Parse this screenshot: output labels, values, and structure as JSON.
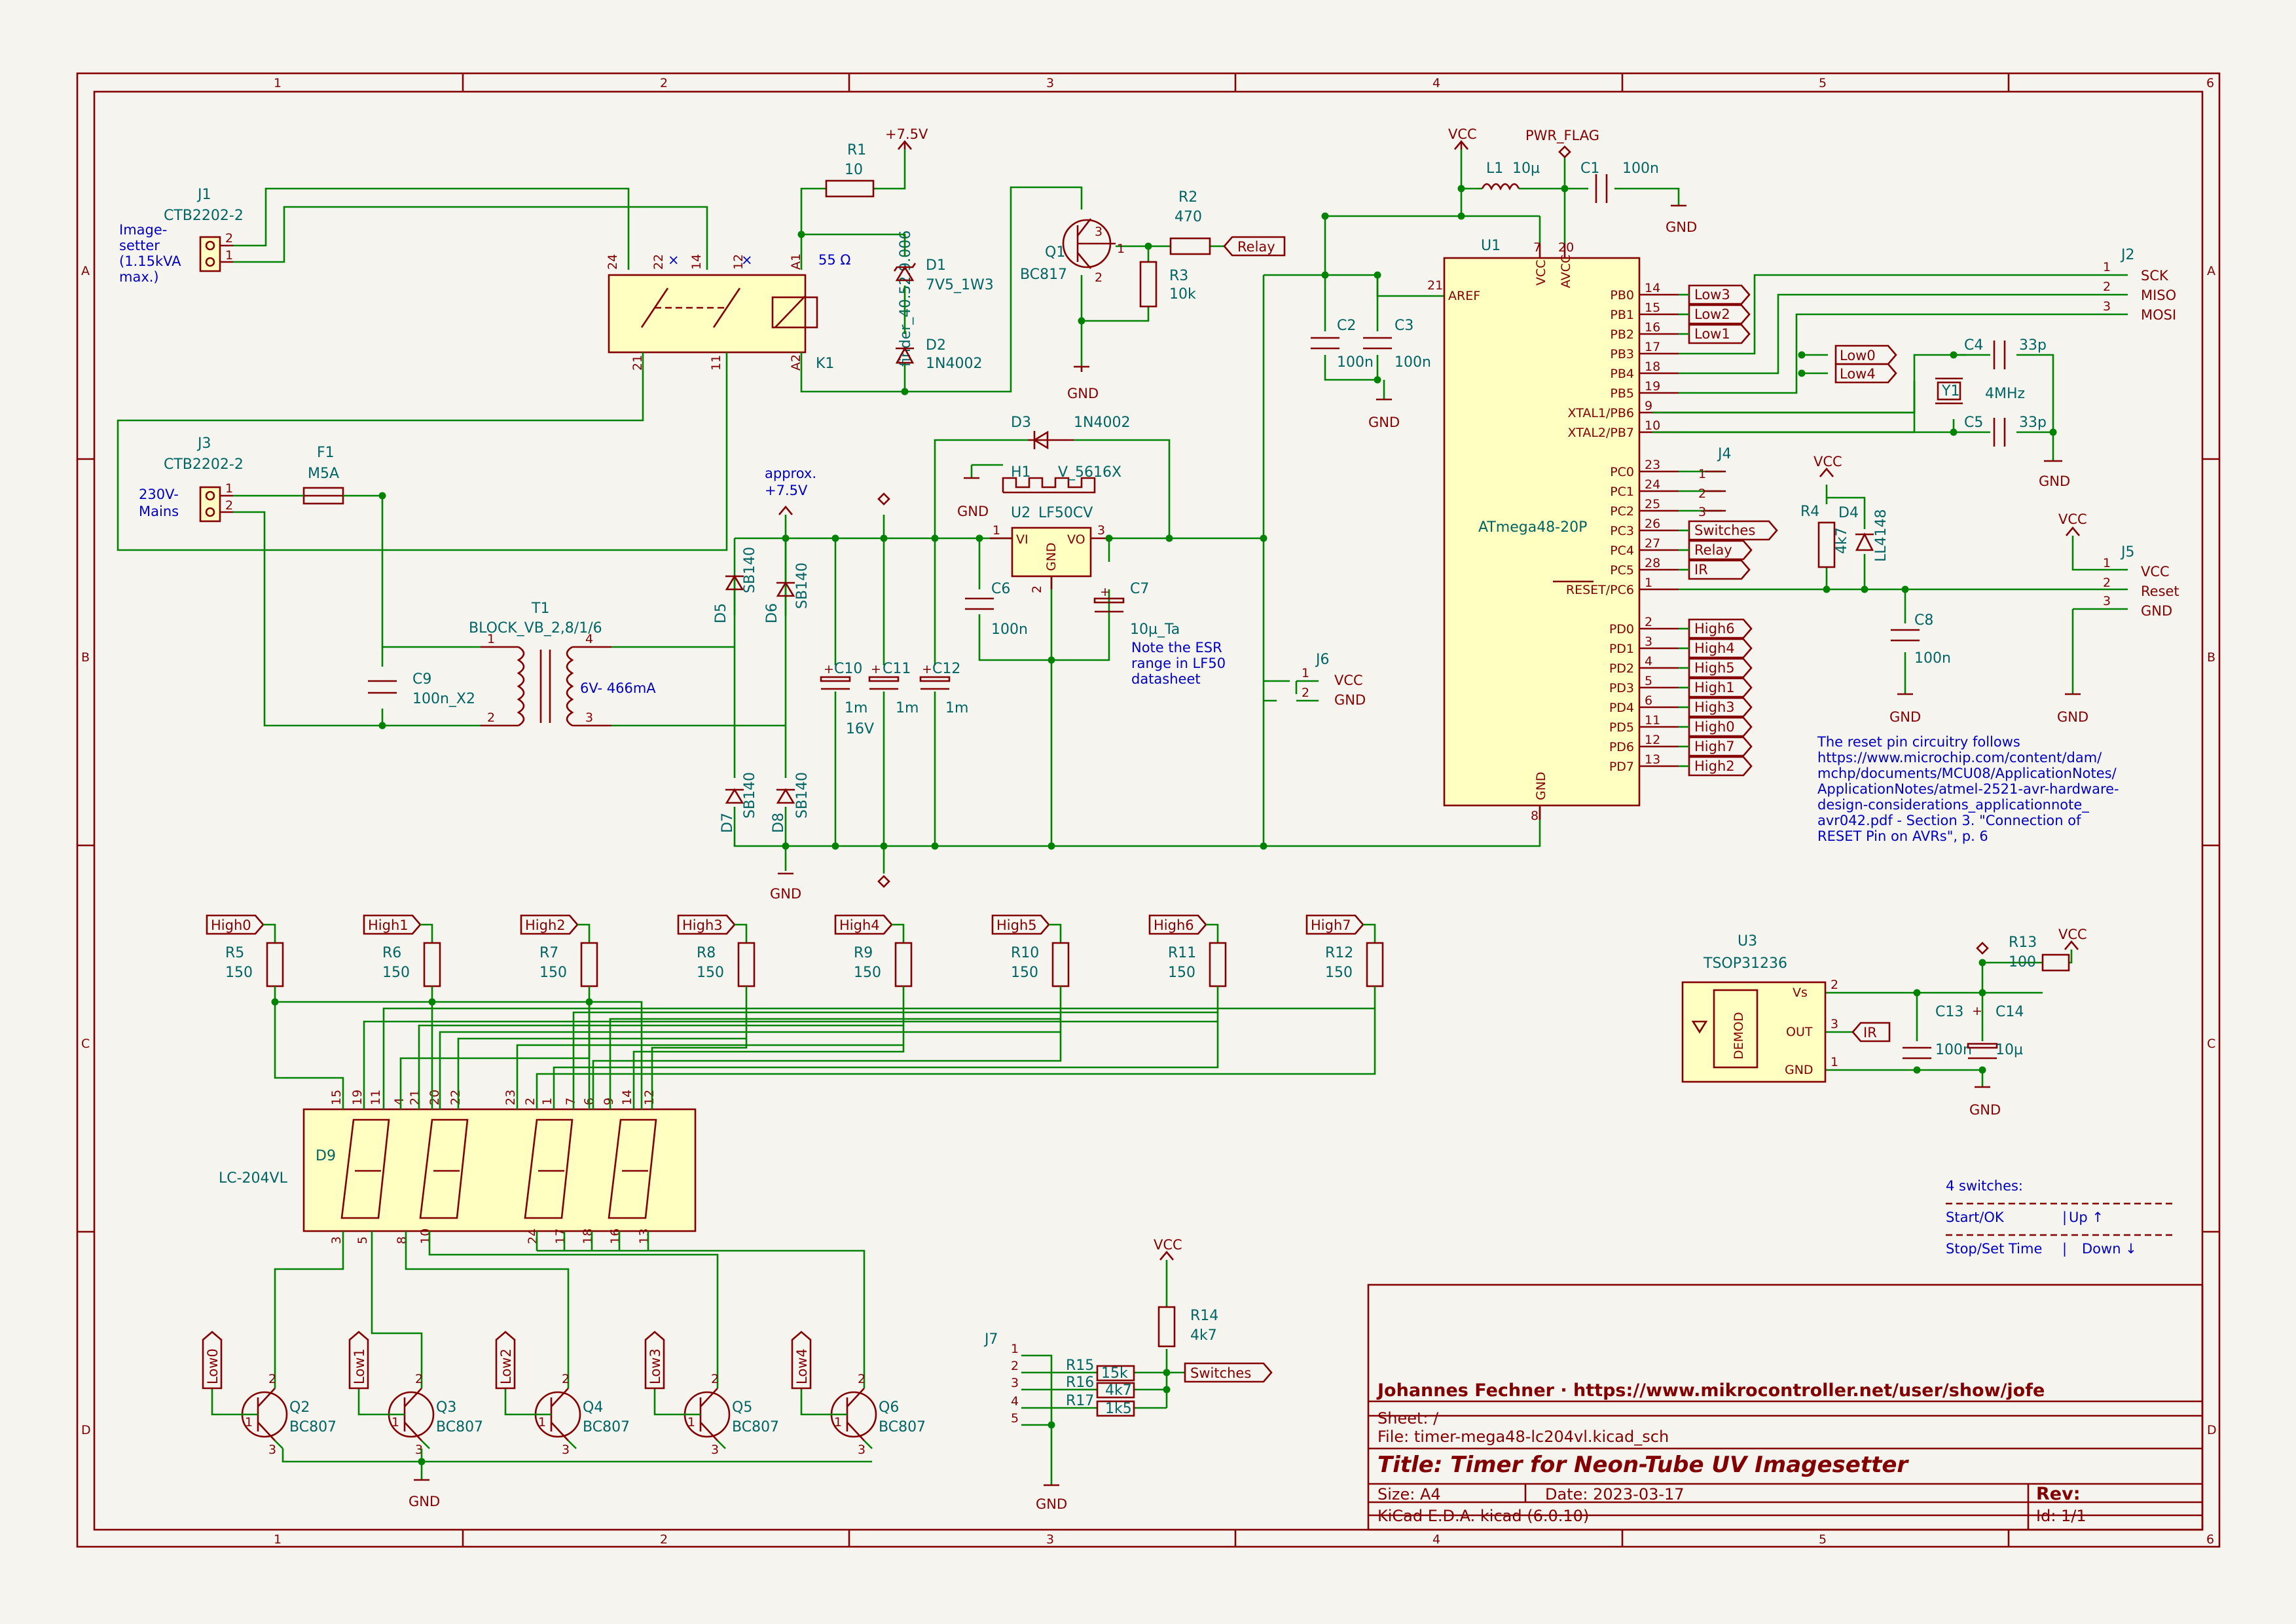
{
  "frame": {
    "columns": [
      "1",
      "2",
      "3",
      "4",
      "5",
      "6"
    ],
    "rows": [
      "A",
      "B",
      "C",
      "D"
    ]
  },
  "title_block": {
    "author_line": "Johannes Fechner · https://www.mikrocontroller.net/user/show/jofe",
    "sheet": "Sheet: /",
    "file": "File: timer-mega48-lc204vl.kicad_sch",
    "title": "Title: Timer for Neon-Tube UV Imagesetter",
    "size": "Size: A4",
    "date": "Date: 2023-03-17",
    "rev": "Rev:",
    "tool": "KiCad E.D.A.  kicad (6.0.10)",
    "id": "Id: 1/1"
  },
  "components": {
    "J1": {
      "ref": "J1",
      "value": "CTB2202-2",
      "note": [
        "Image-",
        "setter",
        "(1.15kVA",
        "max.)"
      ]
    },
    "J3": {
      "ref": "J3",
      "value": "CTB2202-2",
      "note": [
        "230V-",
        "Mains"
      ]
    },
    "F1": {
      "ref": "F1",
      "value": "M5A"
    },
    "T1": {
      "ref": "T1",
      "value": "BLOCK_VB_2,8/1/6",
      "secondary": "6V- 466mA"
    },
    "C9": {
      "ref": "C9",
      "value": "100n_X2"
    },
    "K1": {
      "ref": "K1",
      "value": "finder_40.52.9.006",
      "coil": "55 Ω"
    },
    "R1": {
      "ref": "R1",
      "value": "10"
    },
    "D1": {
      "ref": "D1",
      "value": "7V5_1W3"
    },
    "D2": {
      "ref": "D2",
      "value": "1N4002"
    },
    "Q1": {
      "ref": "Q1",
      "value": "BC817"
    },
    "R2": {
      "ref": "R2",
      "value": "470"
    },
    "R3": {
      "ref": "R3",
      "value": "10k"
    },
    "D3": {
      "ref": "D3",
      "value": "1N4002"
    },
    "H1": {
      "ref": "H1",
      "value": "V_5616X"
    },
    "U2": {
      "ref": "U2",
      "value": "LF50CV",
      "vi": "VI",
      "vo": "VO",
      "gnd": "GND"
    },
    "C6": {
      "ref": "C6",
      "value": "100n"
    },
    "C7": {
      "ref": "C7",
      "value": "10µ_Ta",
      "note": [
        "Note the ESR",
        "range in LF50",
        "datasheet"
      ]
    },
    "D5": {
      "ref": "D5",
      "value": "SB140"
    },
    "D6": {
      "ref": "D6",
      "value": "SB140"
    },
    "D7": {
      "ref": "D7",
      "value": "SB140"
    },
    "D8": {
      "ref": "D8",
      "value": "SB140"
    },
    "C10": {
      "ref": "C10",
      "value": "1m",
      "volt": "16V"
    },
    "C11": {
      "ref": "C11",
      "value": "1m"
    },
    "C12": {
      "ref": "C12",
      "value": "1m"
    },
    "approx": [
      "approx.",
      "+7.5V"
    ],
    "J6": {
      "ref": "J6",
      "pins": [
        "VCC",
        "GND"
      ]
    },
    "L1": {
      "ref": "L1",
      "value": "10µ"
    },
    "C1": {
      "ref": "C1",
      "value": "100n"
    },
    "C2": {
      "ref": "C2",
      "value": "100n"
    },
    "C3": {
      "ref": "C3",
      "value": "100n"
    },
    "U1": {
      "ref": "U1",
      "value": "ATmega48-20P"
    },
    "J2": {
      "ref": "J2",
      "pins": [
        "SCK",
        "MISO",
        "MOSI"
      ]
    },
    "C4": {
      "ref": "C4",
      "value": "33p"
    },
    "C5": {
      "ref": "C5",
      "value": "33p"
    },
    "Y1": {
      "ref": "Y1",
      "value": "4MHz"
    },
    "J4": {
      "ref": "J4"
    },
    "R4": {
      "ref": "R4",
      "value": "4k7"
    },
    "D4": {
      "ref": "D4",
      "value": "LL4148"
    },
    "J5": {
      "ref": "J5",
      "pins": [
        "VCC",
        "Reset",
        "GND"
      ]
    },
    "C8": {
      "ref": "C8",
      "value": "100n"
    },
    "reset_note": [
      "The reset pin circuitry follows",
      "https://www.microchip.com/content/dam/",
      "mchp/documents/MCU08/ApplicationNotes/",
      "ApplicationNotes/atmel-2521-avr-hardware-",
      "design-considerations_applicationnote_",
      "avr042.pdf - Section 3. \"Connection of",
      "RESET Pin on AVRs\", p. 6"
    ],
    "U3": {
      "ref": "U3",
      "value": "TSOP31236",
      "demod": "DEMOD",
      "vs": "Vs",
      "out": "OUT",
      "gnd": "GND"
    },
    "R13": {
      "ref": "R13",
      "value": "100"
    },
    "C13": {
      "ref": "C13",
      "value": "100n"
    },
    "C14": {
      "ref": "C14",
      "value": "10µ"
    },
    "D9": {
      "ref": "D9",
      "value": "LC-204VL"
    },
    "R14": {
      "ref": "R14",
      "value": "4k7"
    },
    "R15": {
      "ref": "R15",
      "value": "15k"
    },
    "R16": {
      "ref": "R16",
      "value": "4k7"
    },
    "R17": {
      "ref": "R17",
      "value": "1k5"
    },
    "J7": {
      "ref": "J7"
    },
    "switch_note": {
      "title": "4 switches:",
      "row1": [
        "Start/OK",
        "Up ↑"
      ],
      "row2": [
        "Stop/Set Time",
        "Down ↓"
      ]
    }
  },
  "power": {
    "vcc": "VCC",
    "gnd": "GND",
    "p75": "+7.5V",
    "pwrflag": "PWR_FLAG"
  },
  "u1_left_pins": {
    "aref": "AREF",
    "vcc": "VCC",
    "avcc": "AVCC",
    "gnd": "GND"
  },
  "u1_right_pins": [
    {
      "num": "14",
      "name": "PB0",
      "net": "Low3"
    },
    {
      "num": "15",
      "name": "PB1",
      "net": "Low2"
    },
    {
      "num": "16",
      "name": "PB2",
      "net": "Low1"
    },
    {
      "num": "17",
      "name": "PB3",
      "net": ""
    },
    {
      "num": "18",
      "name": "PB4",
      "net": ""
    },
    {
      "num": "19",
      "name": "PB5",
      "net": ""
    },
    {
      "num": "9",
      "name": "XTAL1/PB6",
      "net": ""
    },
    {
      "num": "10",
      "name": "XTAL2/PB7",
      "net": ""
    },
    {
      "num": "23",
      "name": "PC0",
      "net": ""
    },
    {
      "num": "24",
      "name": "PC1",
      "net": ""
    },
    {
      "num": "25",
      "name": "PC2",
      "net": ""
    },
    {
      "num": "26",
      "name": "PC3",
      "net": "Switches"
    },
    {
      "num": "27",
      "name": "PC4",
      "net": "Relay"
    },
    {
      "num": "28",
      "name": "PC5",
      "net": "IR"
    },
    {
      "num": "1",
      "name": "RESET/PC6",
      "net": ""
    },
    {
      "num": "2",
      "name": "PD0",
      "net": "High6"
    },
    {
      "num": "3",
      "name": "PD1",
      "net": "High4"
    },
    {
      "num": "4",
      "name": "PD2",
      "net": "High5"
    },
    {
      "num": "5",
      "name": "PD3",
      "net": "High1"
    },
    {
      "num": "6",
      "name": "PD4",
      "net": "High3"
    },
    {
      "num": "11",
      "name": "PD5",
      "net": "High0"
    },
    {
      "num": "12",
      "name": "PD6",
      "net": "High7"
    },
    {
      "num": "13",
      "name": "PD7",
      "net": "High2"
    }
  ],
  "nets": {
    "low0": "Low0",
    "low4": "Low4",
    "relay": "Relay",
    "ir": "IR",
    "switches": "Switches",
    "highs": [
      "High0",
      "High1",
      "High2",
      "High3",
      "High4",
      "High5",
      "High6",
      "High7"
    ]
  },
  "seg_resistors": [
    {
      "ref": "R5",
      "value": "150"
    },
    {
      "ref": "R6",
      "value": "150"
    },
    {
      "ref": "R7",
      "value": "150"
    },
    {
      "ref": "R8",
      "value": "150"
    },
    {
      "ref": "R9",
      "value": "150"
    },
    {
      "ref": "R10",
      "value": "150"
    },
    {
      "ref": "R11",
      "value": "150"
    },
    {
      "ref": "R12",
      "value": "150"
    }
  ],
  "transistors": [
    {
      "ref": "Q2",
      "value": "BC807",
      "net": "Low0"
    },
    {
      "ref": "Q3",
      "value": "BC807",
      "net": "Low1"
    },
    {
      "ref": "Q4",
      "value": "BC807",
      "net": "Low2"
    },
    {
      "ref": "Q5",
      "value": "BC807",
      "net": "Low3"
    },
    {
      "ref": "Q6",
      "value": "BC807",
      "net": "Low4"
    }
  ]
}
